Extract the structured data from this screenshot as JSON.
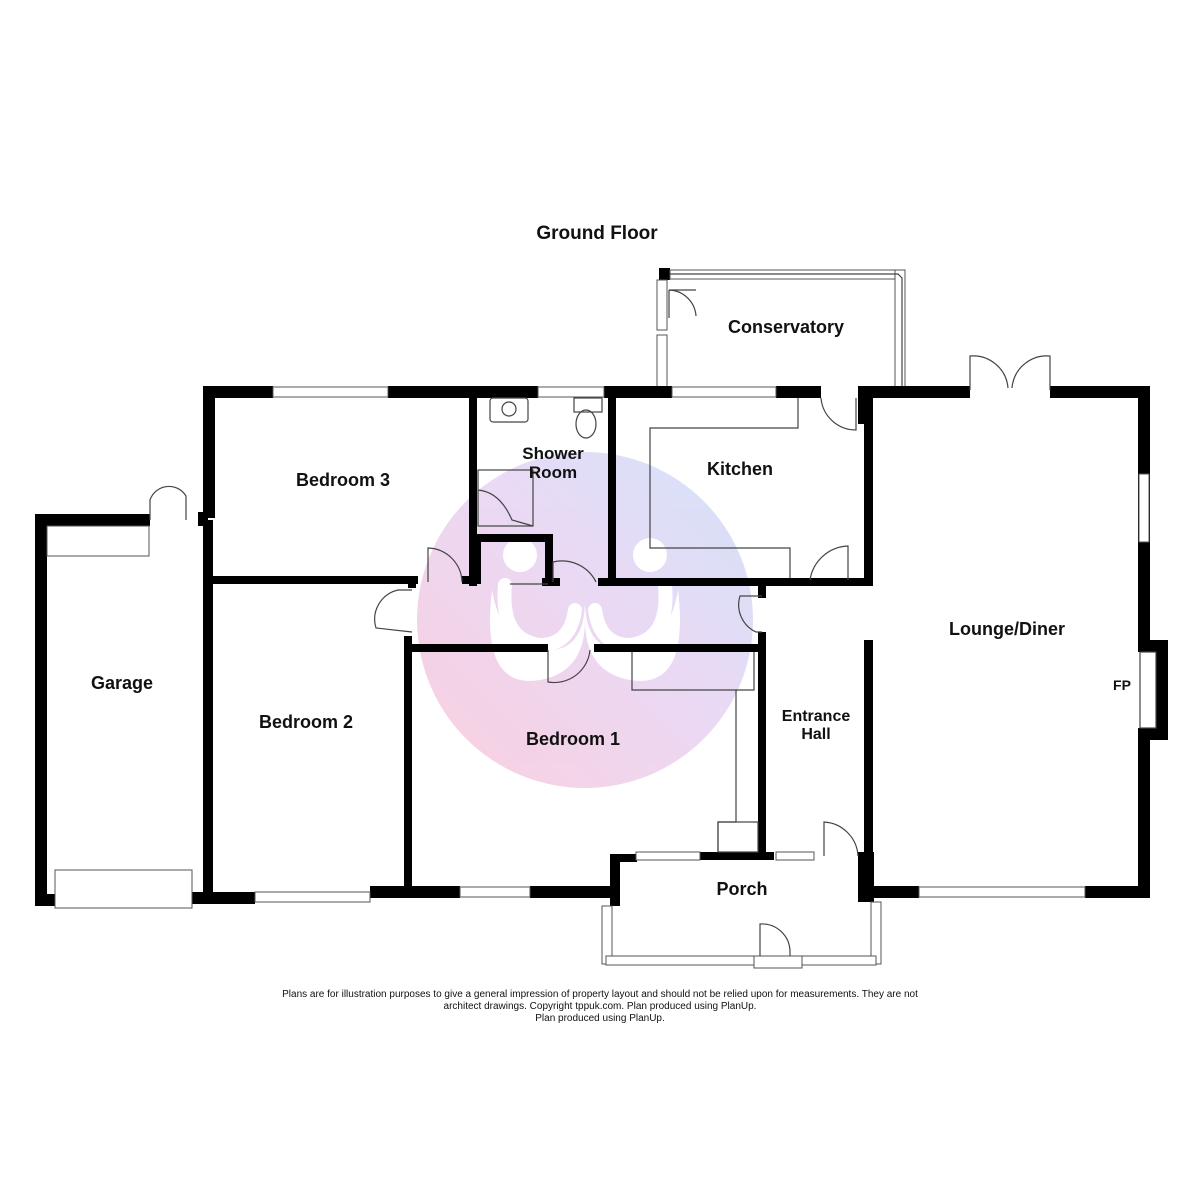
{
  "title": "Ground Floor",
  "rooms": {
    "conservatory": "Conservatory",
    "bedroom3": "Bedroom 3",
    "shower_room_line1": "Shower",
    "shower_room_line2": "Room",
    "kitchen": "Kitchen",
    "lounge_diner": "Lounge/Diner",
    "fp": "FP",
    "garage": "Garage",
    "bedroom2": "Bedroom 2",
    "bedroom1": "Bedroom 1",
    "entrance_hall_line1": "Entrance",
    "entrance_hall_line2": "Hall",
    "porch": "Porch"
  },
  "disclaimer": {
    "line1": "Plans are for illustration purposes to give a general impression of property layout and should not be relied upon for measurements. They are not",
    "line2": "architect drawings. Copyright tppuk.com. Plan produced using PlanUp.",
    "line3": "Plan produced using PlanUp."
  },
  "colors": {
    "walls": "#000000",
    "watermark_pink": "#f7c6dc",
    "watermark_blue": "#c9dcf7"
  },
  "icons": {
    "watermark": "agent-logo-watermark"
  }
}
